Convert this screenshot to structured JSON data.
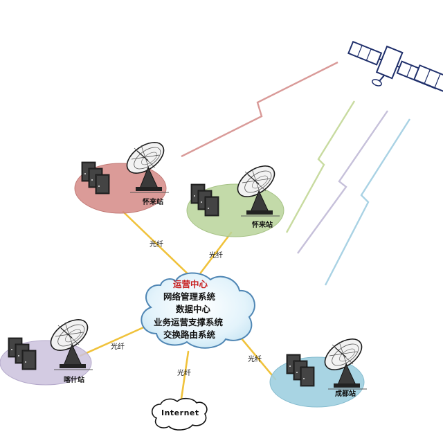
{
  "operations_center": {
    "title": "运营中心",
    "lines": [
      "网络管理系统",
      "数据中心",
      "业务运营支撑系统",
      "交换路由系统"
    ]
  },
  "stations": [
    {
      "label": "怀来站",
      "color": "#d58a86"
    },
    {
      "label": "怀来站",
      "color": "#b9d39a"
    },
    {
      "label": "喀什站",
      "color": "#cbc2dd"
    },
    {
      "label": "成都站",
      "color": "#9fcfe0"
    }
  ],
  "links": [
    {
      "label": "光纤"
    },
    {
      "label": "光纤"
    },
    {
      "label": "光纤"
    },
    {
      "label": "光纤"
    },
    {
      "label": "光纤"
    }
  ],
  "internet": {
    "label": "Internet"
  },
  "colors": {
    "fiber_line": "#f0c23b",
    "cloud_fill": "#dff2fb",
    "cloud_stroke": "#4f86b4",
    "signal_red": "#d99a98",
    "signal_green": "#c8dba0",
    "signal_purple": "#c6c0da",
    "signal_blue": "#a9d2e4"
  },
  "icons": [
    "satellite-icon",
    "satellite-dish-icon",
    "server-rack-icon",
    "cloud-icon"
  ]
}
